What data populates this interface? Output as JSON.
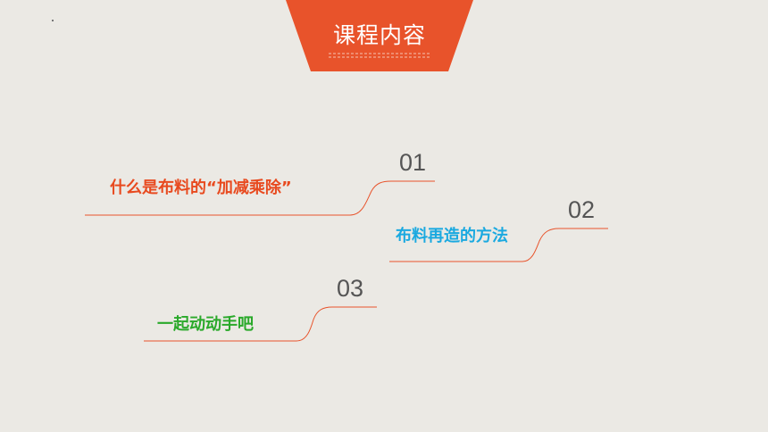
{
  "title": "课程内容",
  "colors": {
    "accent": "#e8532b",
    "item1": "#e84a1f",
    "item2": "#1aa9e0",
    "item3": "#2aa92a"
  },
  "items": [
    {
      "number": "01",
      "label": "什么是布料的“加减乘除”"
    },
    {
      "number": "02",
      "label": "布料再造的方法"
    },
    {
      "number": "03",
      "label": "一起动动手吧"
    }
  ]
}
